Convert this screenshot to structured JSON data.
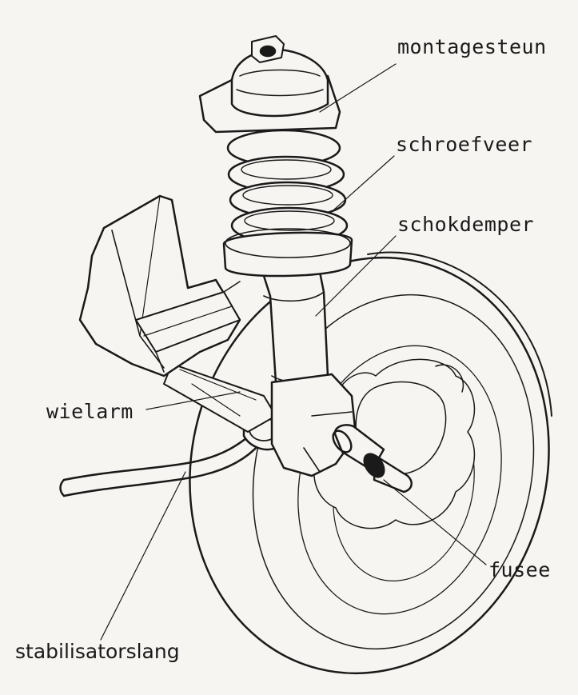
{
  "labels": {
    "montagesteun": "montagesteun",
    "schroefveer": "schroefveer",
    "schokdemper": "schokdemper",
    "wielarm": "wielarm",
    "fusee": "fusee",
    "stabilisatorslang": "stabilisatorslang"
  },
  "colors": {
    "ink": "#1a1a1a",
    "paper": "#f7f5f2"
  }
}
